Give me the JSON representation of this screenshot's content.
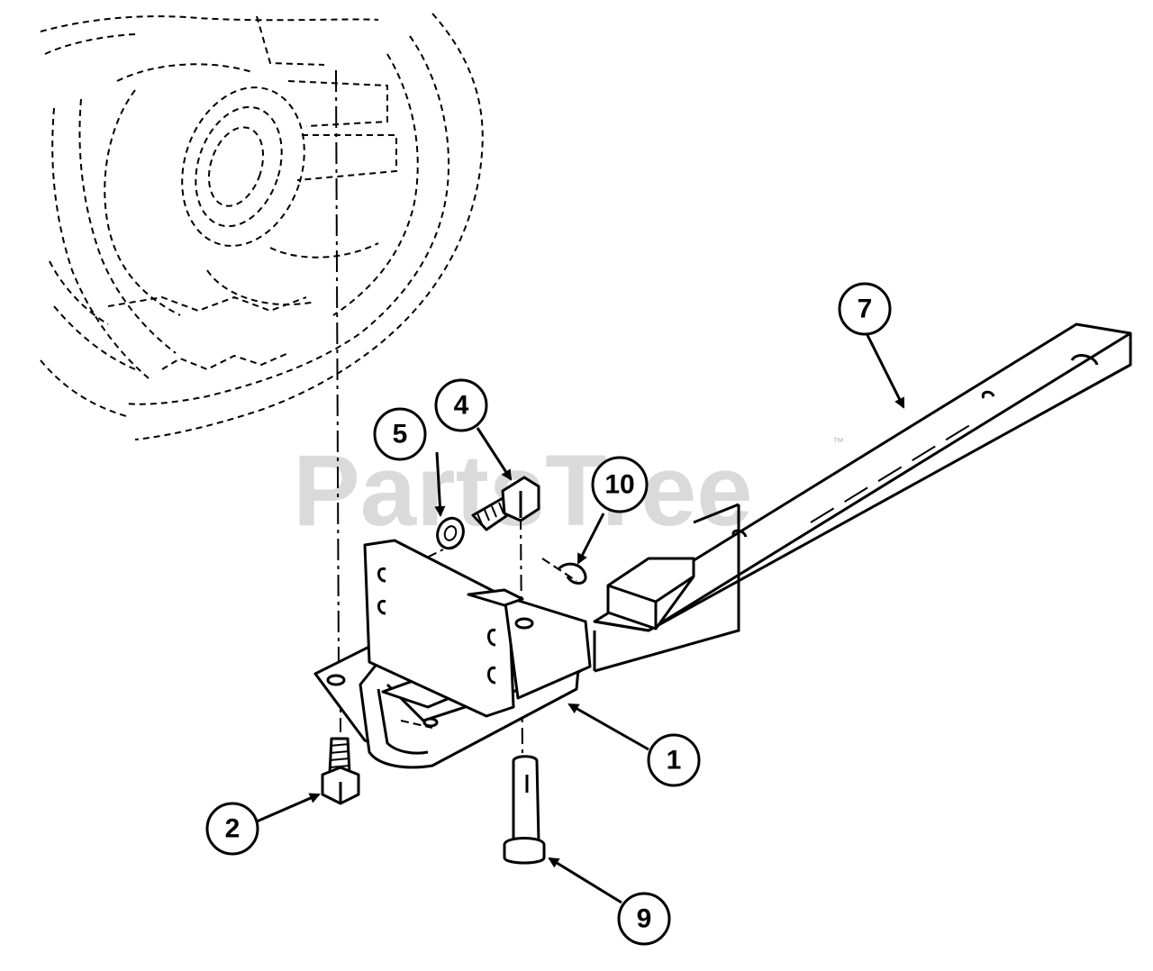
{
  "watermark": {
    "text": "PartsTree",
    "mark": "™"
  },
  "callouts": [
    {
      "id": "1",
      "label": "1"
    },
    {
      "id": "2",
      "label": "2"
    },
    {
      "id": "4",
      "label": "4"
    },
    {
      "id": "5",
      "label": "5"
    },
    {
      "id": "7",
      "label": "7"
    },
    {
      "id": "9",
      "label": "9"
    },
    {
      "id": "10",
      "label": "10"
    }
  ]
}
